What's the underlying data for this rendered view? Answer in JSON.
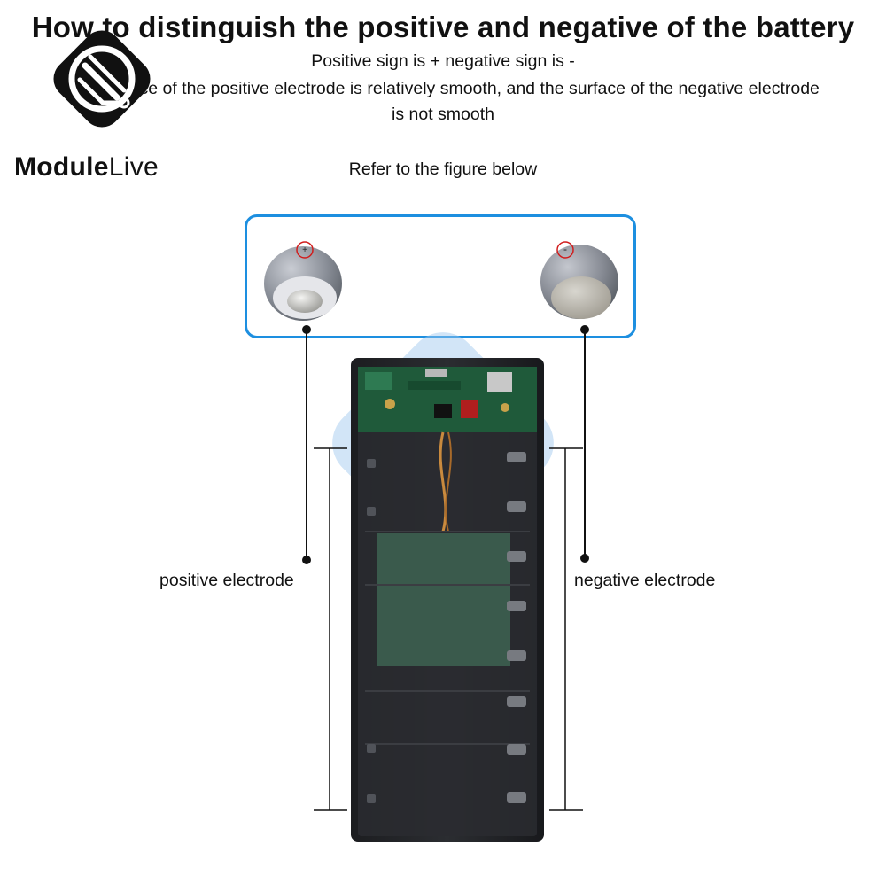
{
  "header": {
    "title": "How to distinguish the positive and negative of the battery",
    "line1": "Positive sign is + negative sign is -",
    "line2": "The surface of the positive electrode is relatively smooth, and the surface of the negative electrode",
    "line3": "is not smooth",
    "refer": "Refer to the figure below"
  },
  "logo": {
    "word_bold": "Module",
    "word_light": "Live"
  },
  "cells": {
    "positive_mark": "+",
    "negative_mark": "-"
  },
  "labels": {
    "positive": "positive electrode",
    "negative": "negative electrode"
  },
  "colors": {
    "frame_border": "#1d8fe0",
    "marker_circle": "#d11c1c",
    "watermark": "#9cc7ee"
  }
}
